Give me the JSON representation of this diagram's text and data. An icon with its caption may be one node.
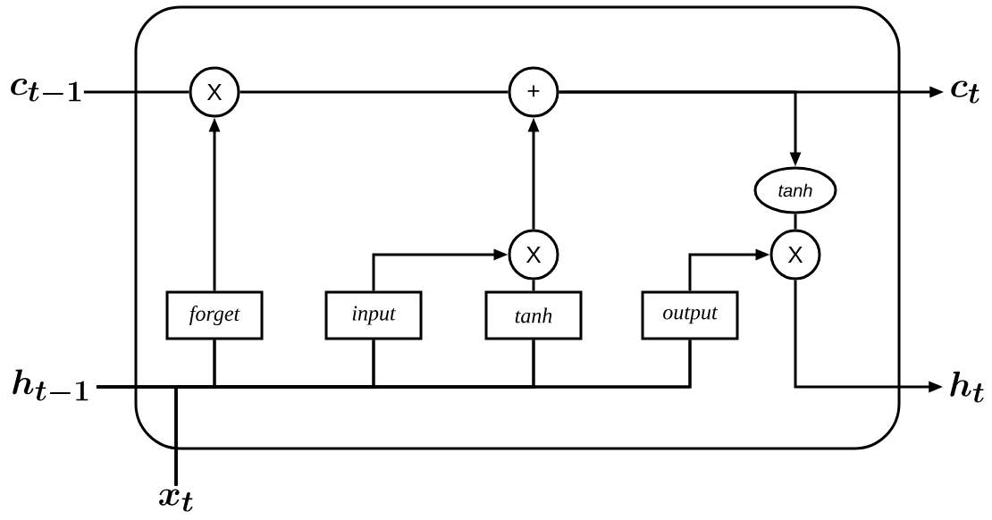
{
  "diagram": {
    "nodes": [
      {
        "text": [],
        "shape": "box"
      },
      {
        "text": [
          "c_{t-1}"
        ]
      },
      {
        "text": [
          "h_{t-1}"
        ]
      },
      {
        "text": [
          "x_t"
        ]
      },
      {
        "text": [
          "X"
        ],
        "in": 0
      },
      {
        "text": [
          "+"
        ],
        "in": 0
      },
      {
        "text": [
          "forget"
        ],
        "in": 0
      },
      {
        "text": [
          "input"
        ],
        "in": 0
      },
      {
        "text": [
          "tanh"
        ],
        "in": 0
      },
      {
        "text": [
          "X"
        ],
        "in": 0
      },
      {
        "text": [
          "output"
        ],
        "in": 0
      },
      {
        "text": [
          "tanh"
        ],
        "in": 0
      },
      {
        "text": [
          "X"
        ],
        "in": 0
      },
      {
        "text": [
          "c_t"
        ]
      },
      {
        "text": [
          "h_t"
        ]
      }
    ],
    "edges": [
      {
        "from": 1,
        "to": 4,
        "arrow": "none"
      },
      {
        "from": 4,
        "to": 5,
        "arrow": "none"
      },
      {
        "from": 5,
        "to": 13,
        "arrow": "to"
      },
      {
        "from": 5,
        "to": 11,
        "arrow": "to"
      },
      {
        "from": 6,
        "to": 4,
        "arrow": "to"
      },
      {
        "from": 7,
        "to": 9,
        "arrow": "to"
      },
      {
        "from": 8,
        "to": 9,
        "arrow": "none"
      },
      {
        "from": 9,
        "to": 5,
        "arrow": "to"
      },
      {
        "from": 10,
        "to": 12,
        "arrow": "to"
      },
      {
        "from": 11,
        "to": 12,
        "arrow": "none"
      },
      {
        "from": 12,
        "to": 14,
        "arrow": "to"
      },
      {
        "from": 2,
        "to": 6,
        "arrow": "none"
      },
      {
        "from": 2,
        "to": 7,
        "arrow": "none"
      },
      {
        "from": 2,
        "to": 8,
        "arrow": "none"
      },
      {
        "from": 2,
        "to": 10,
        "arrow": "none"
      },
      {
        "from": 3,
        "to": 6,
        "arrow": "none"
      },
      {
        "from": 3,
        "to": 7,
        "arrow": "none"
      },
      {
        "from": 3,
        "to": 8,
        "arrow": "none"
      },
      {
        "from": 3,
        "to": 10,
        "arrow": "none"
      }
    ]
  }
}
